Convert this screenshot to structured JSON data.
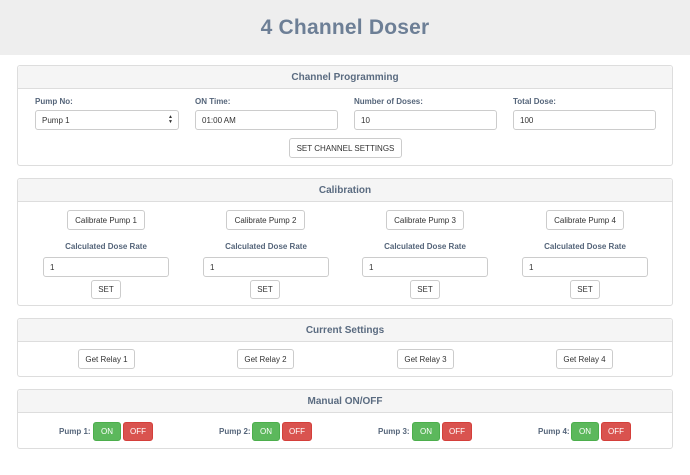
{
  "header": {
    "title": "4 Channel Doser"
  },
  "programming": {
    "title": "Channel Programming",
    "pump_label": "Pump No:",
    "pump_value": "Pump 1",
    "on_time_label": "ON Time:",
    "on_time_value": "01:00 AM",
    "doses_label": "Number of Doses:",
    "doses_value": "10",
    "total_label": "Total Dose:",
    "total_value": "100",
    "set_button": "SET CHANNEL SETTINGS"
  },
  "calibration": {
    "title": "Calibration",
    "channels": [
      {
        "button": "Calibrate Pump 1",
        "rate_label": "Calculated Dose Rate",
        "rate_value": "1",
        "set": "SET"
      },
      {
        "button": "Calibrate Pump 2",
        "rate_label": "Calculated Dose Rate",
        "rate_value": "1",
        "set": "SET"
      },
      {
        "button": "Calibrate Pump 3",
        "rate_label": "Calculated Dose Rate",
        "rate_value": "1",
        "set": "SET"
      },
      {
        "button": "Calibrate Pump 4",
        "rate_label": "Calculated Dose Rate",
        "rate_value": "1",
        "set": "SET"
      }
    ]
  },
  "current": {
    "title": "Current Settings",
    "relays": [
      "Get Relay 1",
      "Get Relay 2",
      "Get Relay 3",
      "Get Relay 4"
    ]
  },
  "manual": {
    "title": "Manual ON/OFF",
    "pumps": [
      {
        "label": "Pump 1:",
        "on": "ON",
        "off": "OFF"
      },
      {
        "label": "Pump 2:",
        "on": "ON",
        "off": "OFF"
      },
      {
        "label": "Pump 3:",
        "on": "ON",
        "off": "OFF"
      },
      {
        "label": "Pump 4:",
        "on": "ON",
        "off": "OFF"
      }
    ]
  },
  "colors": {
    "accent_text": "#6d7f96",
    "on_green": "#5cb85c",
    "off_red": "#d9534f"
  }
}
